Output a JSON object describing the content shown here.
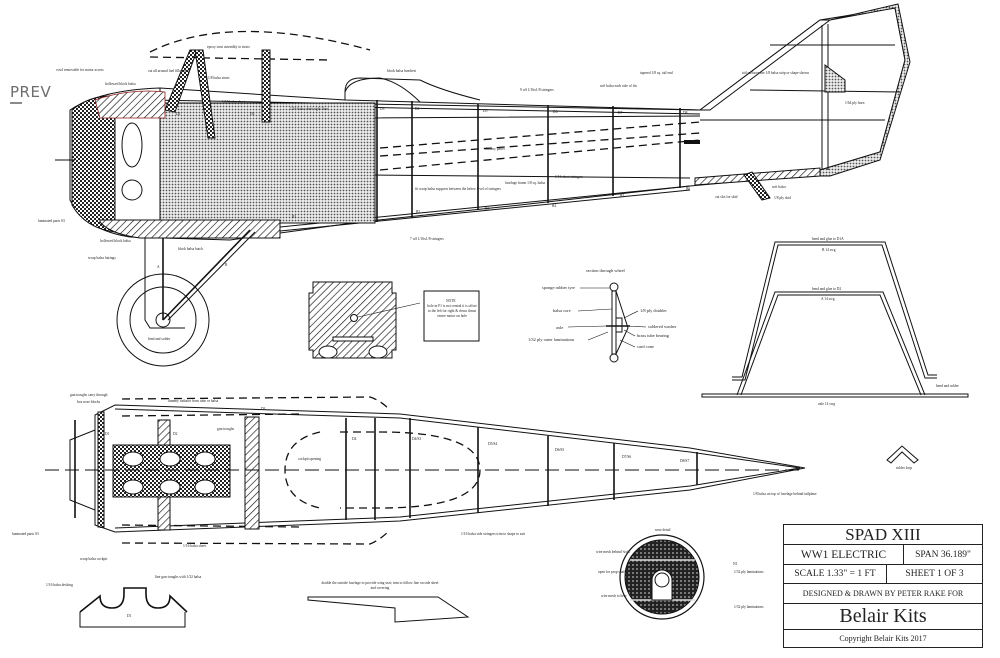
{
  "nav": {
    "prev_label": "PREV"
  },
  "title_block": {
    "model": "SPAD XIII",
    "type": "WW1 ELECTRIC",
    "span": "SPAN 36.189\"",
    "scale": "SCALE 1.33\" = 1 FT",
    "sheet": "SHEET 1 OF 3",
    "designer": "DESIGNED & DRAWN BY PETER RAKE FOR",
    "company": "Belair Kits",
    "copyright": "Copyright Belair Kits 2017"
  },
  "side_view": {
    "labels": {
      "cowl": "cowl removable for motor access",
      "hollowed_block_1": "hollowed block balsa",
      "cut_all_around": "cut all around fuel filler neck",
      "epoxy": "epoxy strut assembly to struts",
      "balsa_strut": "1/8 balsa struts",
      "sheet_1_16": "1/16 balsa sheet",
      "sheet_right": "1/16 balsa sheet right floor",
      "block_headrest": "block balsa headrest",
      "stringers_top": "9 off 1/16x1/8 stringers",
      "ply_tail": "tapered 1/8 sq. tail end",
      "soft_balsa": "soft balsa each side of fin",
      "tail_surfaces": "tail surfaces are 1/8 balsa strip or shape shown",
      "ply_horn": "1/64 ply horn",
      "dummy_panel": "dummy panel",
      "fuselage_frame": "fuselage frame 1/8 sq. balsa",
      "stringers_sheet": "1/16 sheet stringers",
      "balsa_supports": "fit scrap balsa supports between the below level of stringers",
      "stringers_bottom": "7 off 1/16x1/8 stringers",
      "laminated": "laminated parts S3",
      "hollowed_block_2": "hollowed block balsa",
      "scrap_fairings": "scrap balsa fairings",
      "block_hatch": "block balsa hatch",
      "bind_solder": "bind and solder",
      "cut_slot": "cut slot for skid",
      "soft_balsa_2": "soft balsa",
      "ply_skid": "1/8 ply skid"
    },
    "former_labels": [
      "D1",
      "D2",
      "D3",
      "D4",
      "D5",
      "D6",
      "D7",
      "D8",
      "B1",
      "B2",
      "B3",
      "B4",
      "B5",
      "B6",
      "A",
      "B"
    ]
  },
  "note": {
    "title": "NOTE",
    "text": "hole in F1 is not central it is offset to the left for right & down thrust centre motor on hole"
  },
  "wheel_section": {
    "title": "section through wheel",
    "labels": [
      "sponge rubber tyre",
      "balsa core",
      "axle",
      "1/32 ply outer laminations",
      "1/8 ply doubler",
      "soldered washer",
      "brass tube bearing",
      "card cone"
    ]
  },
  "undercarriage": {
    "labels": [
      "bend and glue to D1A",
      "B 14 swg",
      "bend and glue to D2",
      "A 14 swg",
      "bend and solder",
      "axle 14 swg"
    ]
  },
  "solder_loop": {
    "label": "solder loop"
  },
  "top_view": {
    "labels": {
      "gun_troughs": "gun troughs carry through",
      "box_nose": "box nose blocks",
      "dummy_radiator": "dummy radiator from tube or balsa",
      "gun_troughs_2": "gun troughs",
      "cockpit": "cockpit opening",
      "laminated": "laminated parts S3",
      "scrap_balsa": "scrap balsa cockpit",
      "sheet": "1/16 balsa sheet",
      "stringers": "1/16 balsa side stringers trim to shape to suit",
      "tail_note": "1/8 balsa on top of fuselage behind tailplane"
    },
    "former_labels": [
      "D1",
      "D2",
      "D3",
      "D4",
      "D4/S3",
      "D5/S4",
      "D6/S5",
      "D7/S6",
      "D8/S7"
    ]
  },
  "cowl_detail": {
    "title": "nose detail",
    "labels": [
      "wire mesh behind ¾x¾",
      "open for prop shaft",
      "wire mesh to here",
      "1/32 ply laminations",
      "1/32 ply laminations",
      "N1",
      "N2"
    ]
  },
  "decking": {
    "labels": [
      "1/16 balsa decking",
      "line gun troughs with 1/32 balsa",
      "D1"
    ]
  },
  "fairing": {
    "label": "double the outside fuselage to provide wing seat; trim to follow line on side sheet and covering"
  }
}
